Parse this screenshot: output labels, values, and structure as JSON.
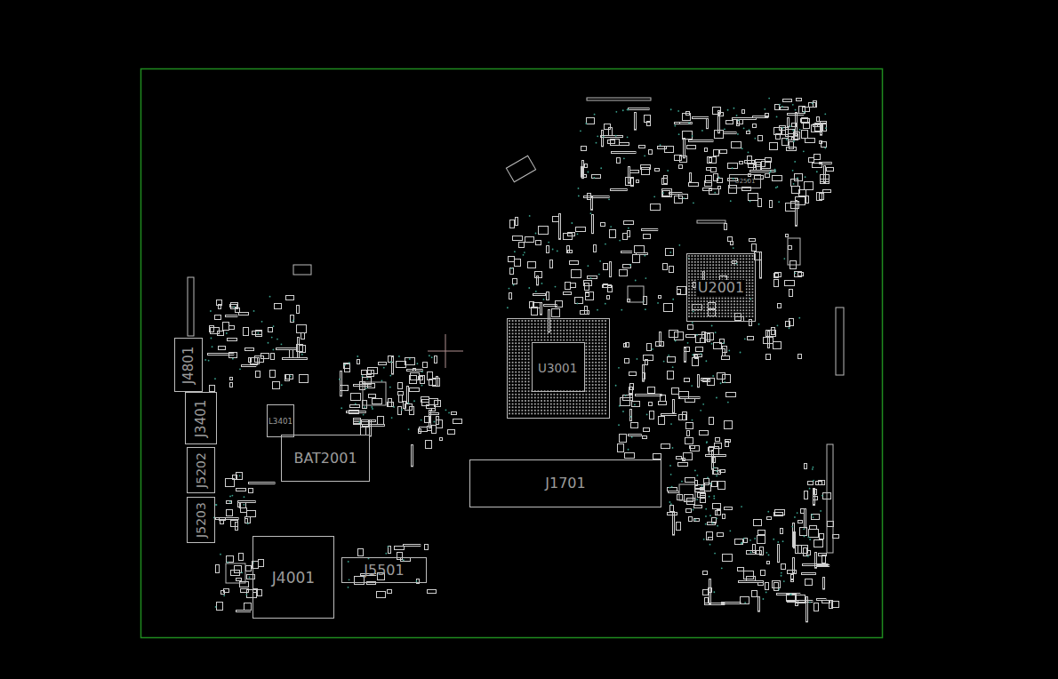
{
  "diagram": {
    "nodes": [
      {
        "text": [
          "U2501"
        ]
      },
      {
        "text": [
          "U2001"
        ]
      },
      {
        "text": [
          "U3001"
        ]
      },
      {
        "text": [
          "J4801"
        ]
      },
      {
        "text": [
          "J3401"
        ]
      },
      {
        "text": [
          "L3401"
        ]
      },
      {
        "text": [
          "BAT2001"
        ]
      },
      {
        "text": [
          "J1701"
        ]
      },
      {
        "text": [
          "J5202"
        ]
      },
      {
        "text": [
          "J5203"
        ]
      },
      {
        "text": [
          "J4001"
        ]
      },
      {
        "text": [
          "J5501"
        ]
      }
    ]
  }
}
